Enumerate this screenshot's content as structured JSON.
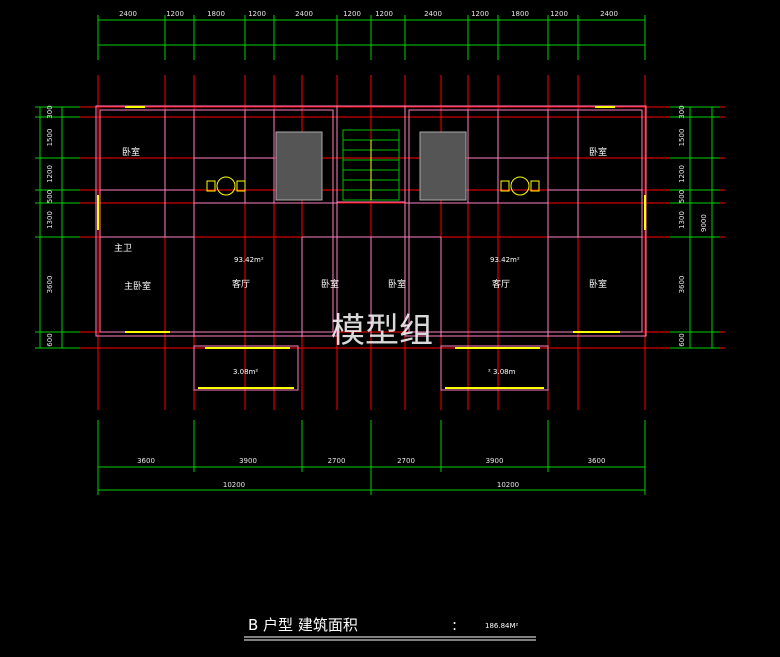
{
  "top_dimensions": [
    "2400",
    "1200",
    "1800",
    "1200",
    "2400",
    "1200",
    "1200",
    "2400",
    "1200",
    "1800",
    "1200",
    "2400"
  ],
  "left_dimensions": [
    "300",
    "1500",
    "1200",
    "500",
    "1300",
    "3600",
    "600"
  ],
  "right_dimensions": [
    "300",
    "1500",
    "1200",
    "500",
    "1300",
    "3600",
    "600"
  ],
  "right_total": "9000",
  "bottom_dimensions": [
    "3600",
    "3900",
    "2700",
    "2700",
    "3900",
    "3600"
  ],
  "bottom_totals": [
    "10200",
    "10200"
  ],
  "rooms": {
    "bedroom": "卧室",
    "master_bath": "主卫",
    "master_bedroom": "主卧室",
    "living_room": "客厅"
  },
  "areas": {
    "left_unit": "93.42m²",
    "right_unit": "93.42m²",
    "left_balcony": "3.08m²",
    "right_balcony": "²  3.08m"
  },
  "watermark": "模型组",
  "footer": {
    "unit_label": "B  户型  建筑面积",
    "colon": ":",
    "area_total": "186.84M²"
  }
}
